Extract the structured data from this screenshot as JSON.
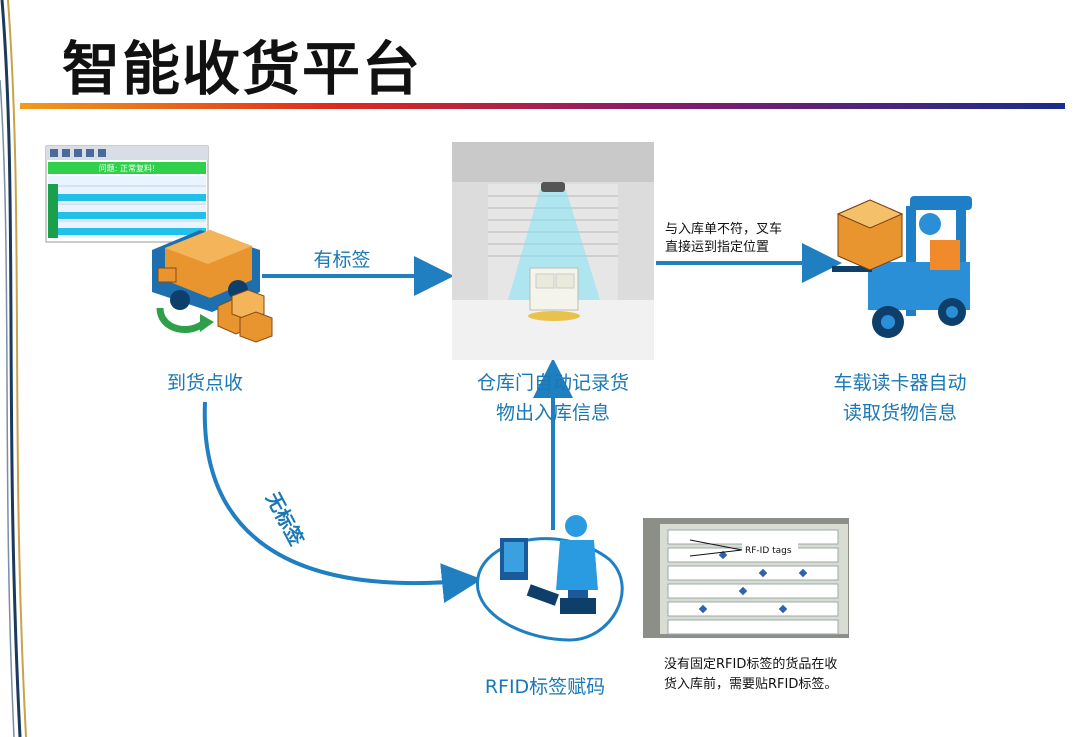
{
  "title": "智能收货平台",
  "nodes": {
    "arrival": "到货点收",
    "gate_line1": "仓库门自动记录货",
    "gate_line2": "物出入库信息",
    "forklift_line1": "车载读卡器自动",
    "forklift_line2": "读取货物信息",
    "rfid": "RFID标签赋码"
  },
  "edges": {
    "with_tag": "有标签",
    "without_tag": "无标签",
    "mismatch_line1": "与入库单不符，叉车",
    "mismatch_line2": "直接运到指定位置"
  },
  "notes": {
    "rfid_line1": "没有固定RFID标签的货品在收",
    "rfid_line2": "货入库前，需要贴RFID标签。"
  },
  "photo_tag": "RF-ID  tags",
  "screen_banner": "问题: 正常复料!",
  "colors": {
    "accent": "#1a78b4",
    "arrow": "#1f7fc0"
  }
}
